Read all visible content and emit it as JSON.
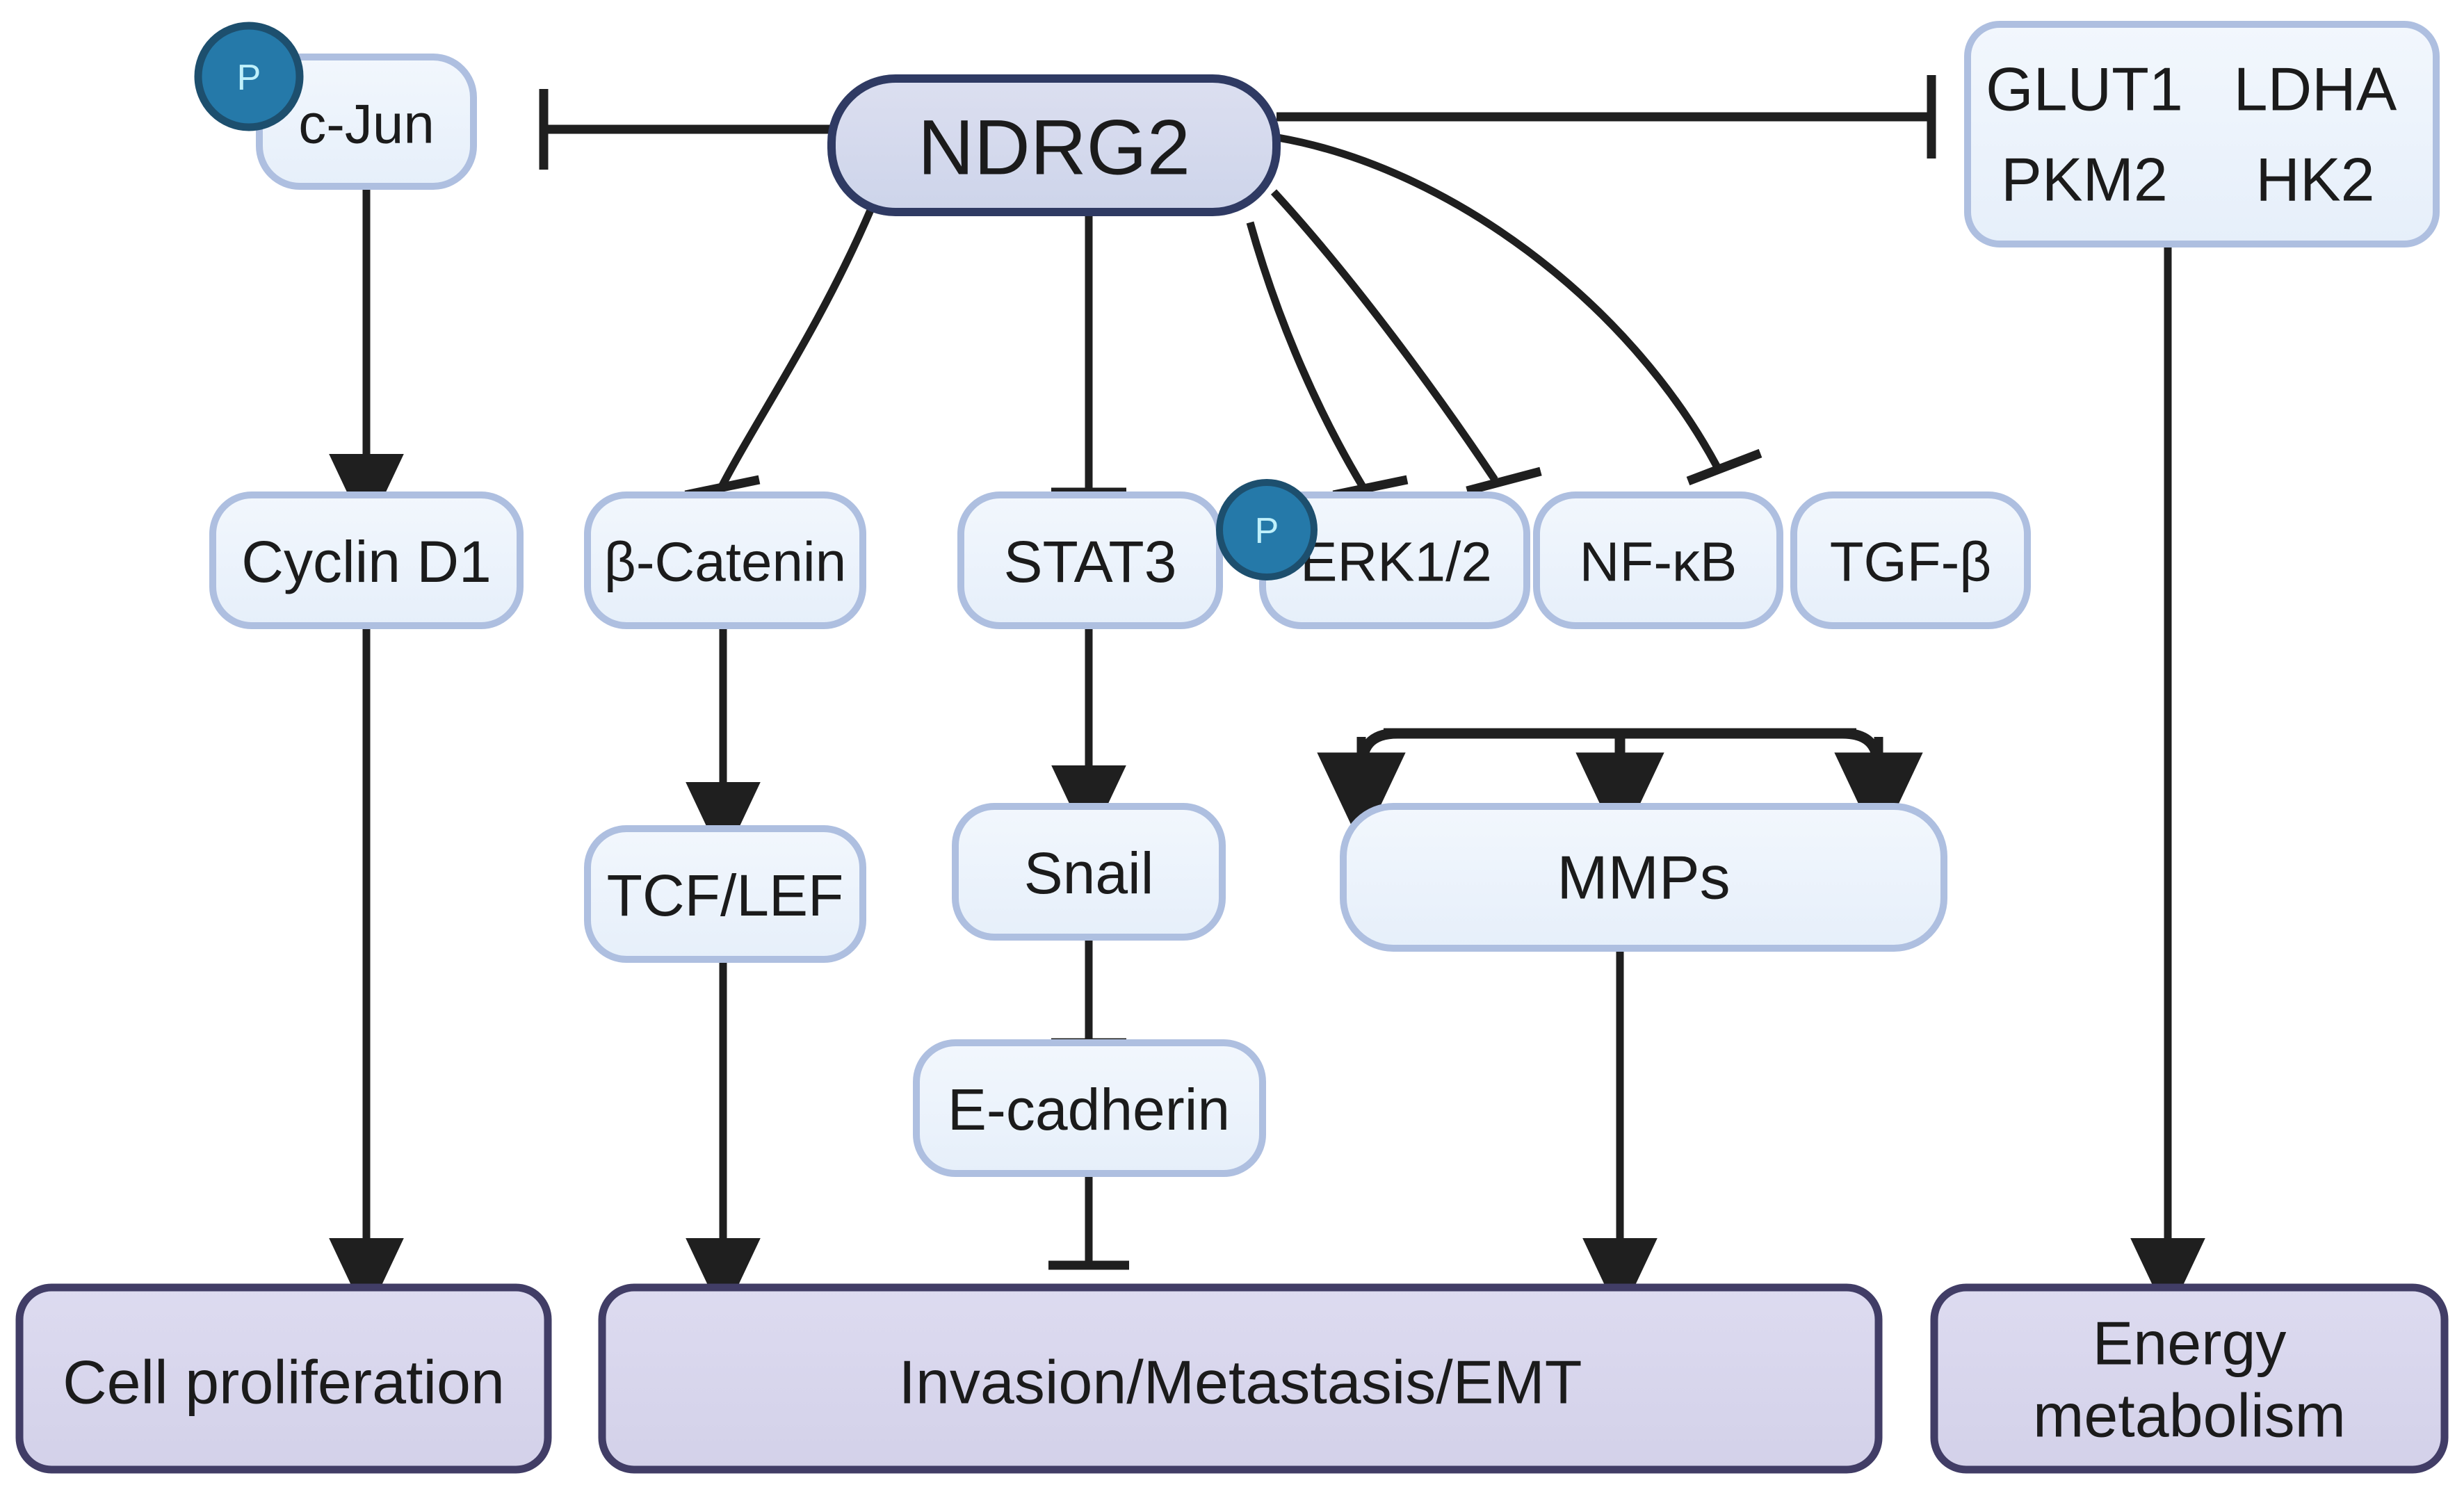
{
  "diagram": {
    "title": "NDRG2 signaling pathway",
    "colors": {
      "blue_node_fill": "#eaf2fb",
      "blue_node_stroke": "#aebfe0",
      "ndrg2_fill": "#d5daec",
      "ndrg2_stroke": "#2f3a63",
      "purple_fill": "#d8d6ec",
      "purple_stroke": "#413d66",
      "phospho_fill": "#2579a9",
      "phospho_stroke": "#1d4f6e",
      "phospho_text": "#bff0fb",
      "edge": "#1f1f1f",
      "background": "#ffffff"
    },
    "hub": {
      "id": "ndrg2",
      "label": "NDRG2"
    },
    "nodes": [
      {
        "id": "c-jun",
        "label": "c-Jun",
        "kind": "protein",
        "phospho": "P"
      },
      {
        "id": "metabolites",
        "kind": "protein-multi",
        "lines": [
          [
            "GLUT1",
            "LDHA"
          ],
          [
            "PKM2",
            "HK2"
          ]
        ]
      },
      {
        "id": "cyclin-d1",
        "label": "Cyclin D1",
        "kind": "protein"
      },
      {
        "id": "beta-catenin",
        "label": "β-Catenin",
        "kind": "protein"
      },
      {
        "id": "stat3",
        "label": "STAT3",
        "kind": "protein"
      },
      {
        "id": "erk12",
        "label": "ERK1/2",
        "kind": "protein",
        "phospho": "P"
      },
      {
        "id": "nf-kb",
        "label": "NF-κB",
        "kind": "protein"
      },
      {
        "id": "tgf-beta",
        "label": "TGF-β",
        "kind": "protein"
      },
      {
        "id": "tcf-lef",
        "label": "TCF/LEF",
        "kind": "protein"
      },
      {
        "id": "snail",
        "label": "Snail",
        "kind": "protein"
      },
      {
        "id": "e-cadherin",
        "label": "E-cadherin",
        "kind": "protein"
      },
      {
        "id": "mmps",
        "label": "MMPs",
        "kind": "protein"
      },
      {
        "id": "cell-proliferation",
        "label": "Cell proliferation",
        "kind": "outcome"
      },
      {
        "id": "invasion",
        "label": "Invasion/Metastasis/EMT",
        "kind": "outcome"
      },
      {
        "id": "energy-metabolism",
        "label": [
          "Energy",
          "metabolism"
        ],
        "kind": "outcome"
      }
    ],
    "phospho_badge_label": "P",
    "edges": [
      {
        "from": "ndrg2",
        "to": "c-jun",
        "type": "inhibit"
      },
      {
        "from": "ndrg2",
        "to": "metabolites",
        "type": "inhibit"
      },
      {
        "from": "ndrg2",
        "to": "beta-catenin",
        "type": "inhibit"
      },
      {
        "from": "ndrg2",
        "to": "stat3",
        "type": "inhibit"
      },
      {
        "from": "ndrg2",
        "to": "erk12",
        "type": "inhibit"
      },
      {
        "from": "ndrg2",
        "to": "nf-kb",
        "type": "inhibit"
      },
      {
        "from": "ndrg2",
        "to": "tgf-beta",
        "type": "inhibit"
      },
      {
        "from": "c-jun",
        "to": "cyclin-d1",
        "type": "activate"
      },
      {
        "from": "cyclin-d1",
        "to": "cell-proliferation",
        "type": "activate"
      },
      {
        "from": "beta-catenin",
        "to": "tcf-lef",
        "type": "activate"
      },
      {
        "from": "tcf-lef",
        "to": "invasion",
        "type": "activate"
      },
      {
        "from": "stat3",
        "to": "snail",
        "type": "activate"
      },
      {
        "from": "snail",
        "to": "e-cadherin",
        "type": "inhibit"
      },
      {
        "from": "e-cadherin",
        "to": "invasion",
        "type": "inhibit"
      },
      {
        "from": "erk12",
        "to": "mmps",
        "type": "activate"
      },
      {
        "from": "nf-kb",
        "to": "mmps",
        "type": "activate"
      },
      {
        "from": "tgf-beta",
        "to": "mmps",
        "type": "activate"
      },
      {
        "from": "mmps",
        "to": "invasion",
        "type": "activate"
      },
      {
        "from": "metabolites",
        "to": "energy-metabolism",
        "type": "activate"
      }
    ],
    "labels": {
      "c_jun": "c-Jun",
      "ndrg2": "NDRG2",
      "glut1": "GLUT1",
      "ldha": "LDHA",
      "pkm2": "PKM2",
      "hk2": "HK2",
      "cyclin_d1": "Cyclin D1",
      "beta_catenin": "β-Catenin",
      "stat3": "STAT3",
      "erk12": "ERK1/2",
      "nf_kb": "NF-κB",
      "tgf_beta": "TGF-β",
      "tcf_lef": "TCF/LEF",
      "snail": "Snail",
      "e_cadherin": "E-cadherin",
      "mmps": "MMPs",
      "cell_proliferation": "Cell proliferation",
      "invasion": "Invasion/Metastasis/EMT",
      "energy_line1": "Energy",
      "energy_line2": "metabolism",
      "phospho": "P"
    }
  }
}
